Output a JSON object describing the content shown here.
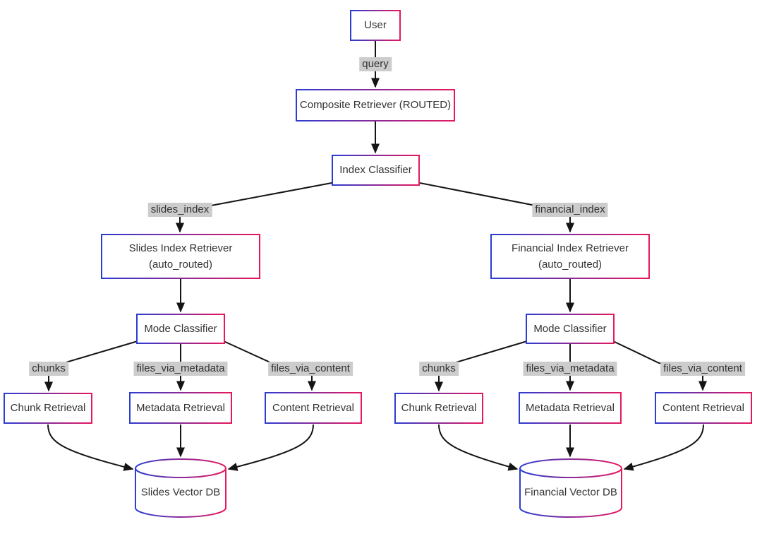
{
  "diagram": {
    "type": "flowchart",
    "background": "#ffffff",
    "nodes": {
      "user": "User",
      "composite_retriever": "Composite Retriever (ROUTED)",
      "index_classifier": "Index Classifier",
      "slides_index_retriever": {
        "line1": "Slides Index Retriever",
        "line2": "(auto_routed)"
      },
      "financial_index_retriever": {
        "line1": "Financial Index Retriever",
        "line2": "(auto_routed)"
      },
      "mode_classifier_left": "Mode Classifier",
      "mode_classifier_right": "Mode Classifier",
      "chunk_retrieval_left": "Chunk Retrieval",
      "metadata_retrieval_left": "Metadata Retrieval",
      "content_retrieval_left": "Content Retrieval",
      "chunk_retrieval_right": "Chunk Retrieval",
      "metadata_retrieval_right": "Metadata Retrieval",
      "content_retrieval_right": "Content Retrieval",
      "slides_vector_db": "Slides Vector DB",
      "financial_vector_db": "Financial Vector DB"
    },
    "edge_labels": {
      "query": "query",
      "slides_index": "slides_index",
      "financial_index": "financial_index",
      "chunks_left": "chunks",
      "files_via_metadata_left": "files_via_metadata",
      "files_via_content_left": "files_via_content",
      "chunks_right": "chunks",
      "files_via_metadata_right": "files_via_metadata",
      "files_via_content_right": "files_via_content"
    },
    "edges": [
      {
        "from": "User",
        "to": "Composite Retriever (ROUTED)",
        "label": "query"
      },
      {
        "from": "Composite Retriever (ROUTED)",
        "to": "Index Classifier",
        "label": ""
      },
      {
        "from": "Index Classifier",
        "to": "Slides Index Retriever (auto_routed)",
        "label": "slides_index"
      },
      {
        "from": "Index Classifier",
        "to": "Financial Index Retriever (auto_routed)",
        "label": "financial_index"
      },
      {
        "from": "Slides Index Retriever (auto_routed)",
        "to": "Mode Classifier (left)",
        "label": ""
      },
      {
        "from": "Mode Classifier (left)",
        "to": "Chunk Retrieval (left)",
        "label": "chunks"
      },
      {
        "from": "Mode Classifier (left)",
        "to": "Metadata Retrieval (left)",
        "label": "files_via_metadata"
      },
      {
        "from": "Mode Classifier (left)",
        "to": "Content Retrieval (left)",
        "label": "files_via_content"
      },
      {
        "from": "Chunk Retrieval (left)",
        "to": "Slides Vector DB",
        "label": ""
      },
      {
        "from": "Metadata Retrieval (left)",
        "to": "Slides Vector DB",
        "label": ""
      },
      {
        "from": "Content Retrieval (left)",
        "to": "Slides Vector DB",
        "label": ""
      },
      {
        "from": "Financial Index Retriever (auto_routed)",
        "to": "Mode Classifier (right)",
        "label": ""
      },
      {
        "from": "Mode Classifier (right)",
        "to": "Chunk Retrieval (right)",
        "label": "chunks"
      },
      {
        "from": "Mode Classifier (right)",
        "to": "Metadata Retrieval (right)",
        "label": "files_via_metadata"
      },
      {
        "from": "Mode Classifier (right)",
        "to": "Content Retrieval (right)",
        "label": "files_via_content"
      },
      {
        "from": "Chunk Retrieval (right)",
        "to": "Financial Vector DB",
        "label": ""
      },
      {
        "from": "Metadata Retrieval (right)",
        "to": "Financial Vector DB",
        "label": ""
      },
      {
        "from": "Content Retrieval (right)",
        "to": "Financial Vector DB",
        "label": ""
      }
    ],
    "colors": {
      "border_gradient_start": "#2b3dd2",
      "border_gradient_end": "#e8175e",
      "node_fill": "#ffffff",
      "edge_color": "#141414",
      "edge_label_bg": "#cccccc",
      "text_color": "#333333"
    }
  }
}
